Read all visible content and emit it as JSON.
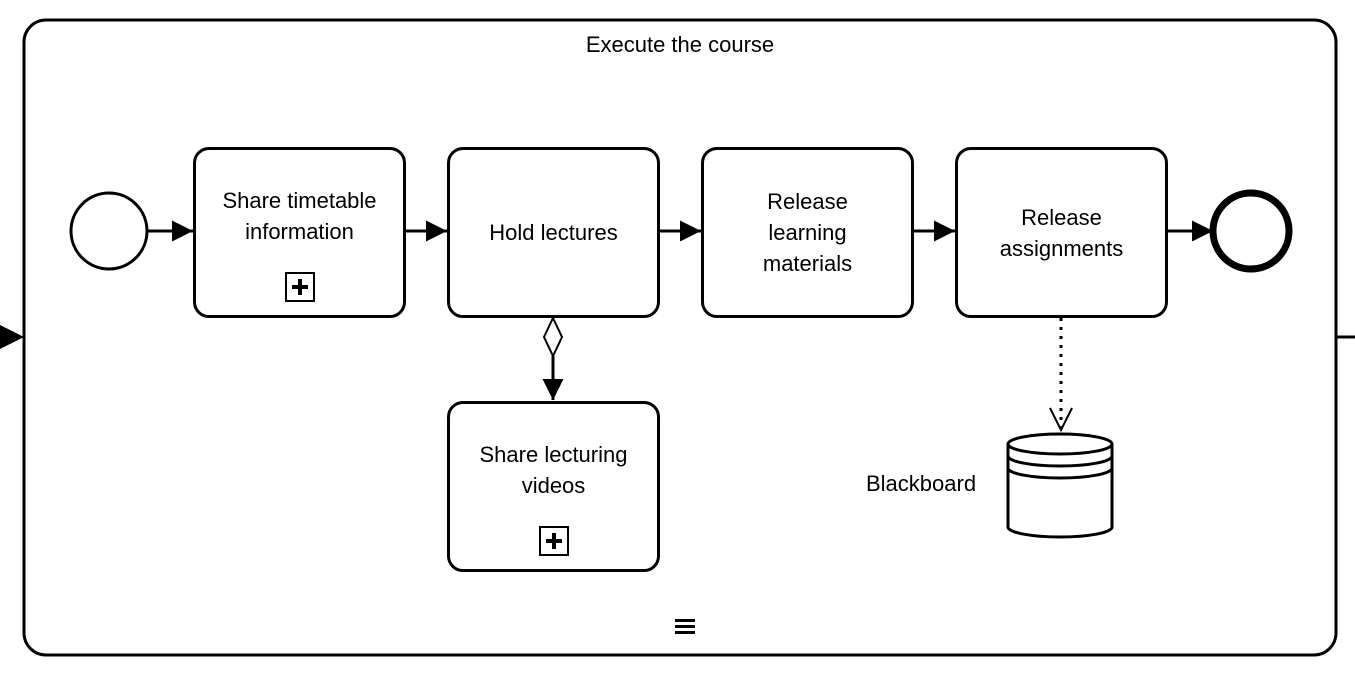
{
  "subprocess": {
    "title": "Execute the course",
    "loop_marker_icon": "sequential-multi-instance-icon"
  },
  "tasks": {
    "share_timetable": {
      "label": "Share timetable information",
      "collapsed": true
    },
    "hold_lectures": {
      "label": "Hold lectures",
      "collapsed": false
    },
    "release_materials": {
      "label": "Release learning materials",
      "collapsed": false
    },
    "release_assignments": {
      "label": "Release assignments",
      "collapsed": false
    },
    "share_videos": {
      "label": "Share lecturing videos",
      "collapsed": true
    }
  },
  "events": {
    "start": {
      "type": "start-event",
      "icon": "circle-thin"
    },
    "end": {
      "type": "end-event",
      "icon": "circle-thick"
    }
  },
  "data_store": {
    "label": "Blackboard",
    "icon": "database-icon"
  },
  "connections": [
    {
      "from": "start-event",
      "to": "share_timetable",
      "type": "sequence-flow"
    },
    {
      "from": "share_timetable",
      "to": "hold_lectures",
      "type": "sequence-flow"
    },
    {
      "from": "hold_lectures",
      "to": "release_materials",
      "type": "sequence-flow"
    },
    {
      "from": "release_materials",
      "to": "release_assignments",
      "type": "sequence-flow"
    },
    {
      "from": "release_assignments",
      "to": "end-event",
      "type": "sequence-flow"
    },
    {
      "from": "hold_lectures",
      "to": "share_videos",
      "type": "aggregation-association"
    },
    {
      "from": "release_assignments",
      "to": "data_store",
      "type": "data-association"
    }
  ],
  "colors": {
    "stroke": "#000000",
    "fill": "#ffffff"
  }
}
